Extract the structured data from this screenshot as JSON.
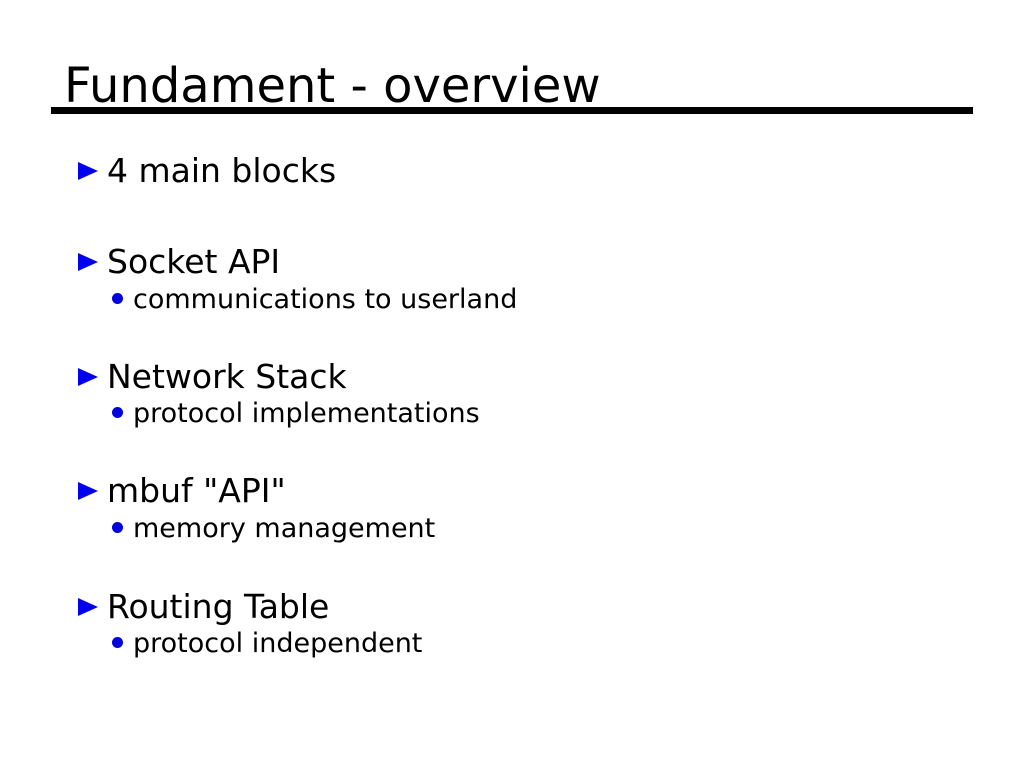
{
  "slide": {
    "title": "Fundament - overview",
    "items": [
      {
        "label": "4 main blocks",
        "sub": ""
      },
      {
        "label": "Socket API",
        "sub": "communications to userland"
      },
      {
        "label": "Network Stack",
        "sub": "protocol implementations"
      },
      {
        "label": "mbuf \"API\"",
        "sub": "memory management"
      },
      {
        "label": "Routing Table",
        "sub": "protocol independent"
      }
    ],
    "colors": {
      "background": "#ffffff",
      "title_text": "#000000",
      "title_underline": "#000000",
      "body_text": "#000000",
      "triangle_bullet": "#0000ee",
      "dot_bullet": "#0000dd"
    }
  }
}
